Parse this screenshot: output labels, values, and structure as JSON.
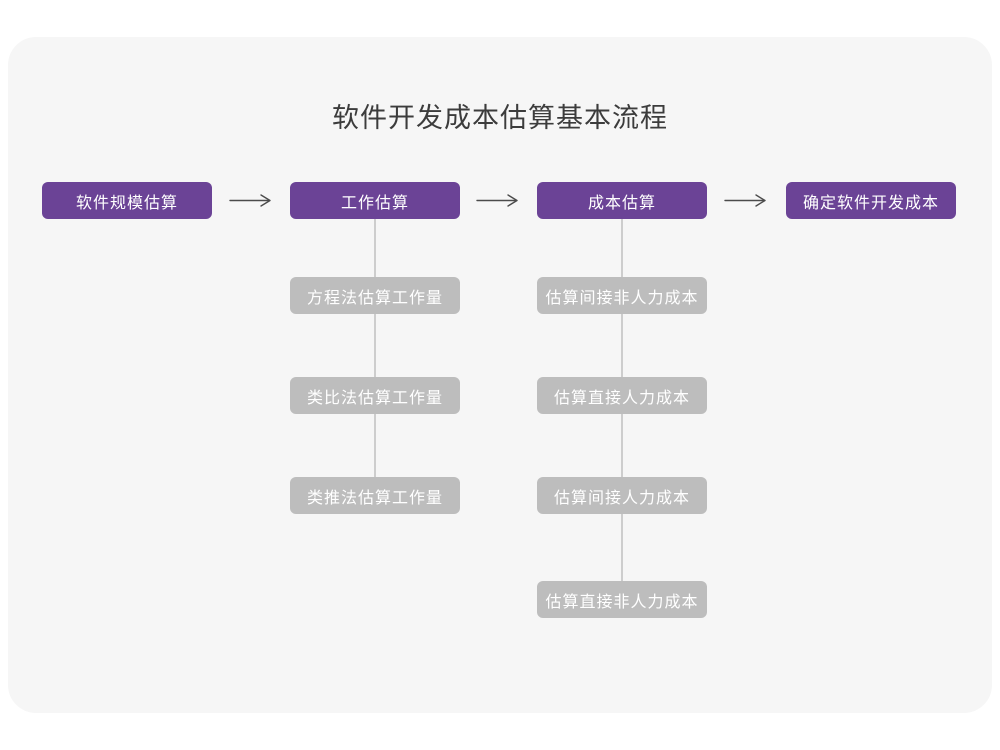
{
  "title": "软件开发成本估算基本流程",
  "colors": {
    "background": "#FFFFFF",
    "card": "#F6F6F6",
    "primary": "#6B4396",
    "secondary": "#BDBDBD",
    "connector": "#CDCDCD",
    "arrow": "#4B4B4B",
    "title_text": "#3C3C3C",
    "box_text": "#FFFFFF"
  },
  "flow": {
    "stages": [
      {
        "label": "软件规模估算",
        "children": []
      },
      {
        "label": "工作估算",
        "children": [
          "方程法估算工作量",
          "类比法估算工作量",
          "类推法估算工作量"
        ]
      },
      {
        "label": "成本估算",
        "children": [
          "估算间接非人力成本",
          "估算直接人力成本",
          "估算间接人力成本",
          "估算直接非人力成本"
        ]
      },
      {
        "label": "确定软件开发成本",
        "children": []
      }
    ]
  }
}
